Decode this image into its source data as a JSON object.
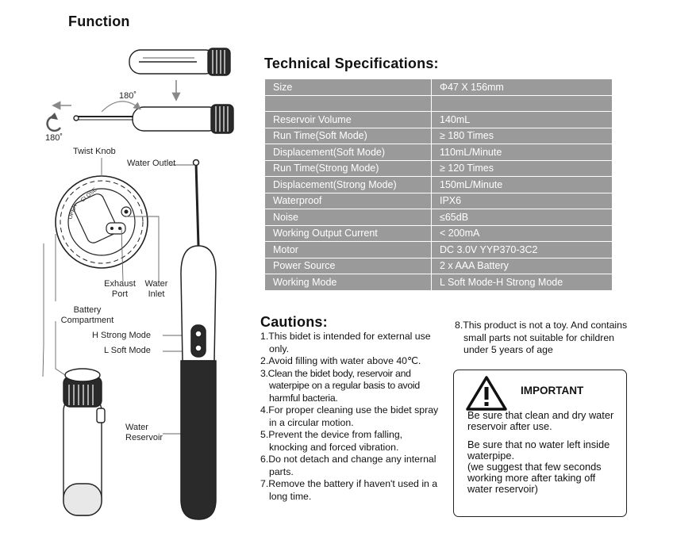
{
  "function_title": "Function",
  "diagram": {
    "angle_top": "180˚",
    "angle_left": "180˚",
    "labels": {
      "twist_knob": "Twist Knob",
      "water_outlet": "Water Outlet",
      "exhaust_port": "Exhaust Port",
      "water_inlet": "Water Inlet",
      "battery_compartment": "Battery Compartment",
      "strong_mode": "H  Strong Mode",
      "soft_mode": "L  Soft Mode",
      "water_reservoir": "Water Reservoir",
      "knob_open": "OPEN",
      "knob_close": "CLOSE"
    }
  },
  "specs": {
    "title": "Technical Specifications:",
    "rows": [
      {
        "k": "Size",
        "v": "Φ47 X 156mm"
      },
      {
        "k": "",
        "v": ""
      },
      {
        "k": "Reservoir Volume",
        "v": "140mL"
      },
      {
        "k": "Run Time(Soft Mode)",
        "v": "≥ 180  Times"
      },
      {
        "k": "Displacement(Soft Mode)",
        "v": "110mL/Minute"
      },
      {
        "k": "Run Time(Strong Mode)",
        "v": "≥ 120 Times"
      },
      {
        "k": "Displacement(Strong Mode)",
        "v": "150mL/Minute"
      },
      {
        "k": "Waterproof",
        "v": "IPX6"
      },
      {
        "k": "Noise",
        "v": "≤65dB"
      },
      {
        "k": "Working Output Current",
        "v": "< 200mA"
      },
      {
        "k": "Motor",
        "v": "DC 3.0V  YYP370-3C2"
      },
      {
        "k": "Power Source",
        "v": " 2 x AAA Battery"
      },
      {
        "k": "Working Mode",
        "v": "L Soft Mode-H Strong Mode"
      }
    ]
  },
  "cautions": {
    "title": "Cautions:",
    "items": [
      "1.This bidet is intended for external use only.",
      "2.Avoid filling with water above 40℃.",
      "3.Clean the bidet body, reservoir and waterpipe on a regular basis to avoid harmful bacteria.",
      "4.For proper cleaning use the bidet spray in a circular motion.",
      "5.Prevent the device from falling, knocking and forced vibration.",
      "6.Do not detach and change any internal parts.",
      "7.Remove the battery if haven't used in a long time."
    ],
    "item8": "8.This product is not a toy. And contains small parts not suitable for children under 5 years of age"
  },
  "important": {
    "title": "IMPORTANT",
    "icon": "warning-triangle-icon",
    "p1": "Be sure that clean and dry water reservoir after use.",
    "p2": "Be sure that no water left inside waterpipe.",
    "p3": "(we suggest that few seconds working more after taking off water reservoir)"
  }
}
